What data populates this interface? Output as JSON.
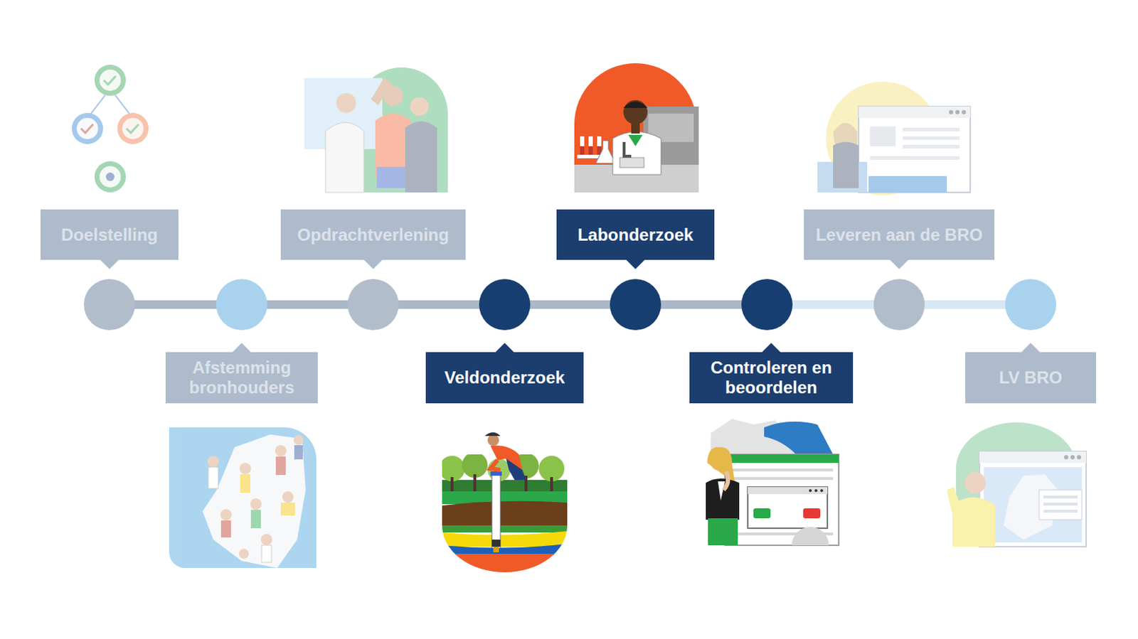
{
  "diagram": {
    "nodes": [
      {
        "text": [
          "Doelstelling"
        ]
      },
      {
        "text": [
          "Afstemming bronhouders"
        ]
      },
      {
        "text": [
          "Opdrachtverlening"
        ]
      },
      {
        "text": [
          "Veldonderzoek"
        ]
      },
      {
        "text": [
          "Labonderzoek"
        ]
      },
      {
        "text": [
          "Controleren en beoordelen"
        ]
      },
      {
        "text": [
          "Leveren aan de BRO"
        ]
      },
      {
        "text": [
          "LV BRO"
        ]
      }
    ]
  }
}
